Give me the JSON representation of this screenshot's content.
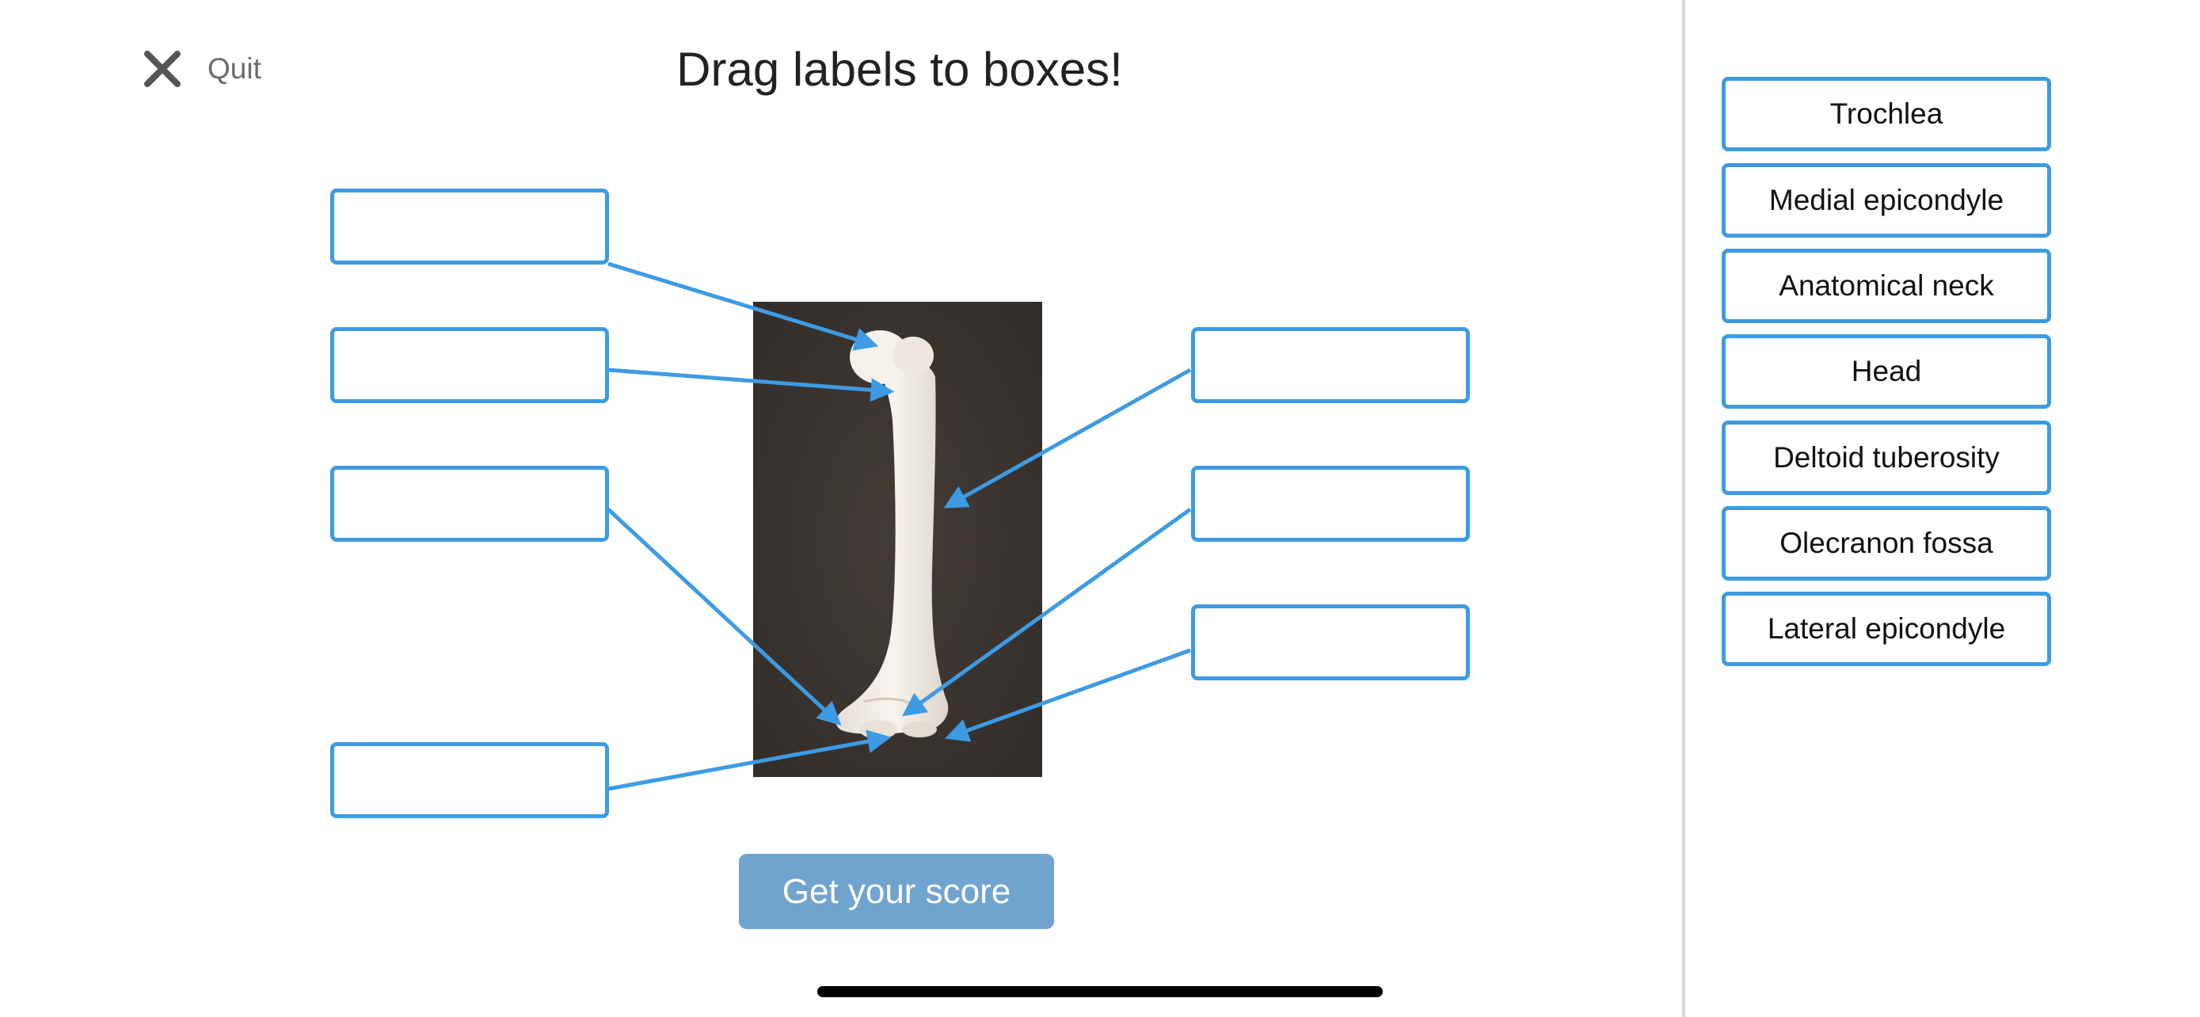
{
  "header": {
    "quit_label": "Quit",
    "title": "Drag labels to boxes!"
  },
  "drop_targets": [
    "",
    "",
    "",
    "",
    "",
    "",
    ""
  ],
  "score_button": {
    "label": "Get your score"
  },
  "word_bank": {
    "labels": [
      "Trochlea",
      "Medial epicondyle",
      "Anatomical neck",
      "Head",
      "Deltoid tuberosity",
      "Olecranon fossa",
      "Lateral epicondyle"
    ]
  },
  "colors": {
    "accent": "#3d9be3",
    "button": "#70a4cf",
    "photo_background": "#3c3632",
    "bone": "#f2ede6"
  },
  "icons": {
    "quit": "close-icon",
    "image": "humerus-bone-photo"
  }
}
